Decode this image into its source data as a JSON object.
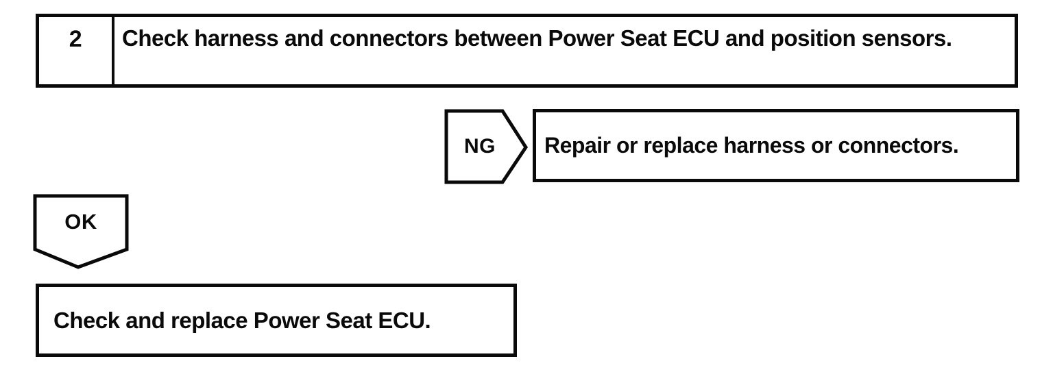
{
  "flowchart": {
    "step": {
      "number": "2",
      "instruction": "Check harness and connectors between Power Seat ECU and position sensors."
    },
    "ng_branch": {
      "label": "NG",
      "action": "Repair or replace harness or connectors."
    },
    "ok_branch": {
      "label": "OK",
      "action": "Check and replace Power Seat ECU."
    },
    "colors": {
      "line": "#0a0a0a",
      "text": "#0a0a0a",
      "background": "#ffffff"
    }
  }
}
